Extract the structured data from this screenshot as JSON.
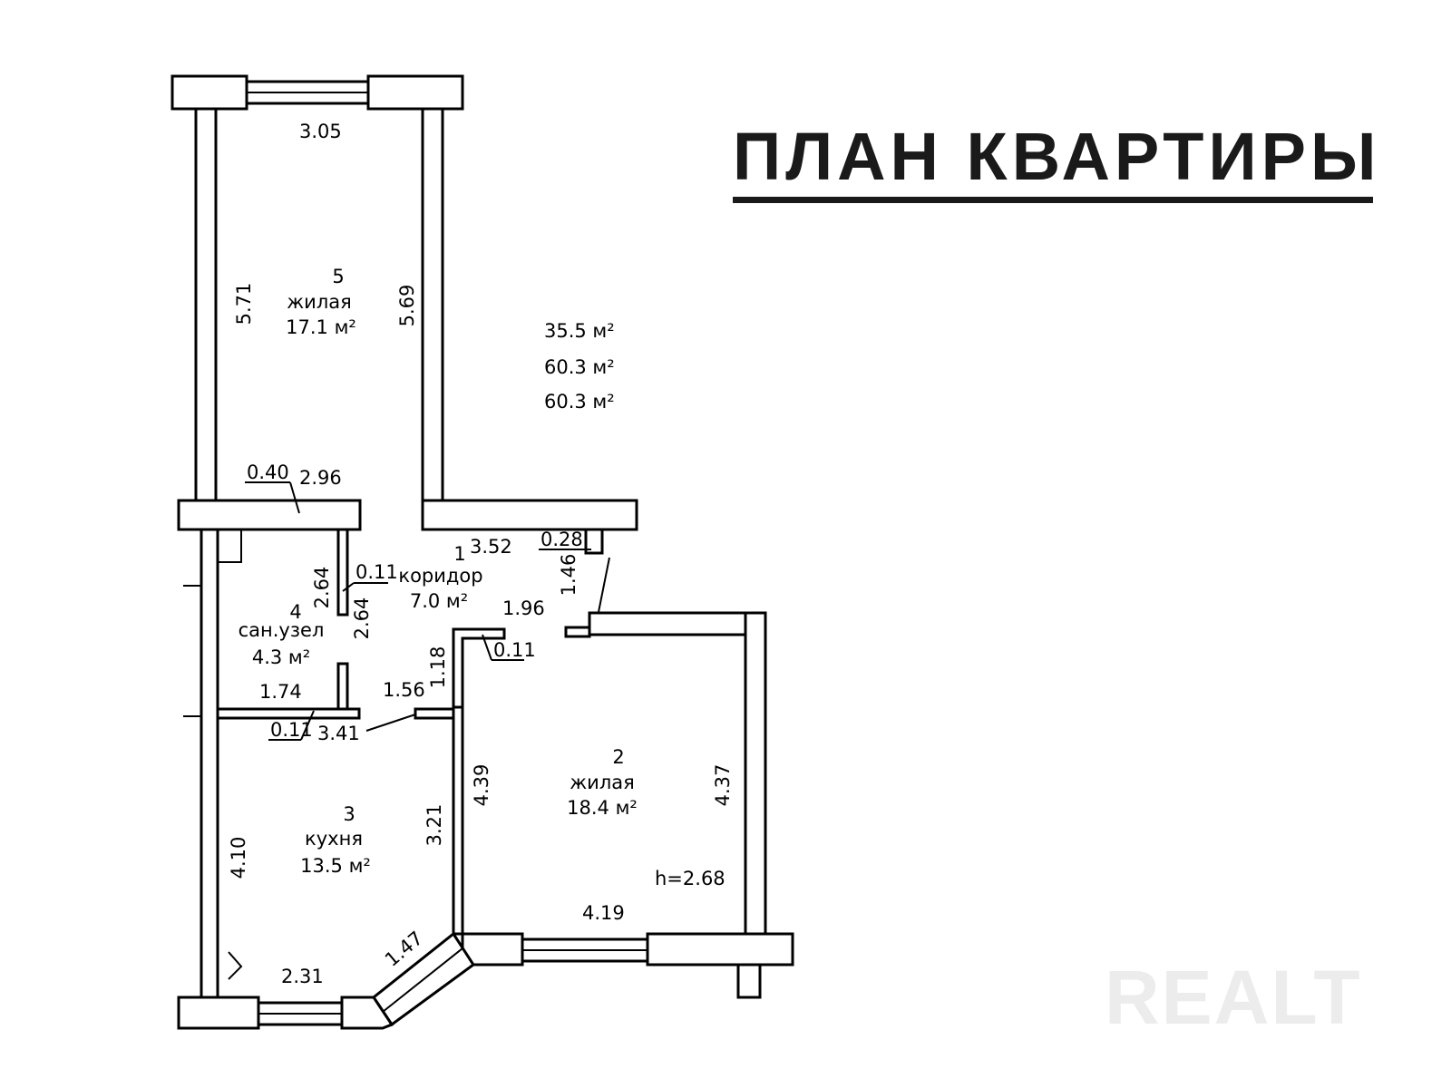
{
  "title": "ПЛАН КВАРТИРЫ",
  "watermark": "REALT",
  "areas_summary": [
    "35.5 м²",
    "60.3 м²",
    "60.3 м²"
  ],
  "rooms": [
    {
      "number": "5",
      "type": "жилая",
      "area": "17.1 м²"
    },
    {
      "number": "1",
      "type": "коридор",
      "area": "7.0 м²"
    },
    {
      "number": "4",
      "type": "сан.узел",
      "area": "4.3 м²"
    },
    {
      "number": "2",
      "type": "жилая",
      "area": "18.4 м²"
    },
    {
      "number": "3",
      "type": "кухня",
      "area": "13.5 м²"
    }
  ],
  "dimensions": {
    "d305": "3.05",
    "d571": "5.71",
    "d569": "5.69",
    "d040": "0.40",
    "d296": "2.96",
    "d352": "3.52",
    "d028": "0.28",
    "d146": "1.46",
    "d264a": "2.64",
    "d011a": "0.11",
    "d264b": "2.64",
    "d196": "1.96",
    "d011b": "0.11",
    "d118": "1.18",
    "d174": "1.74",
    "d156": "1.56",
    "d011c": "0.11",
    "d341": "3.41",
    "d439": "4.39",
    "d437": "4.37",
    "d321": "3.21",
    "d410": "4.10",
    "d419": "4.19",
    "d147": "1.47",
    "d231": "2.31"
  },
  "ceiling_height": "h=2.68"
}
